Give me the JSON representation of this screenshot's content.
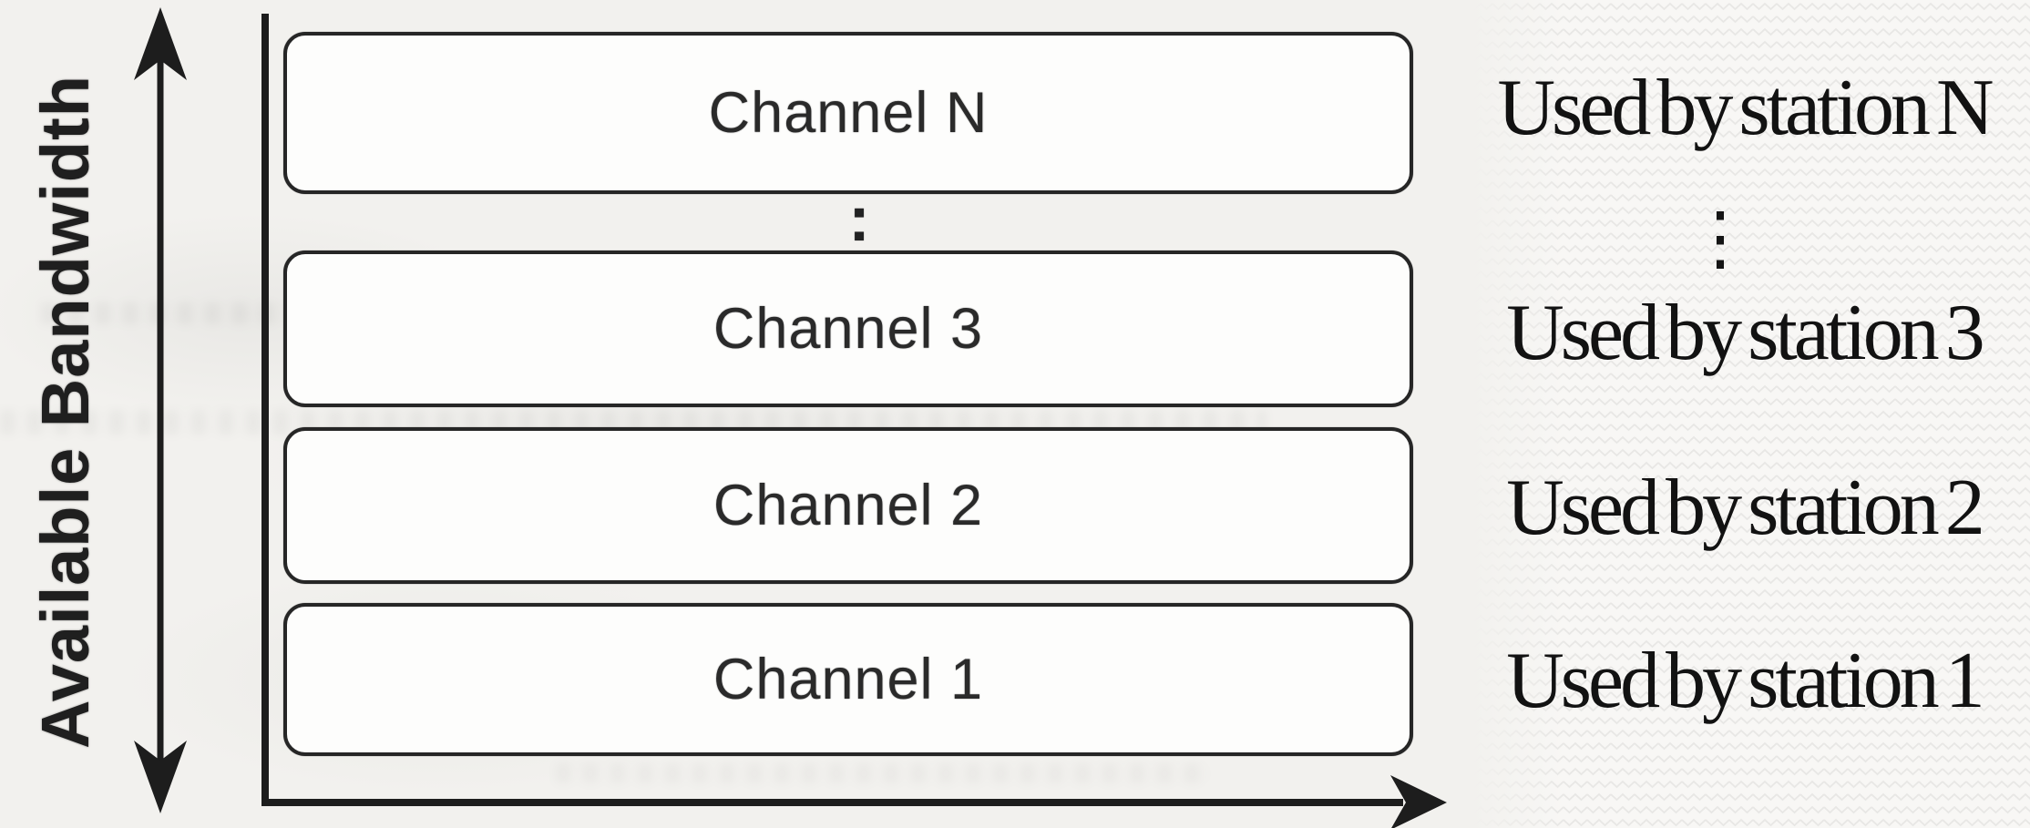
{
  "figure": {
    "name": "FDMA available-bandwidth channel allocation diagram",
    "y_axis_label": "Available Bandwidth",
    "channels_ellipsis": ":",
    "stations_ellipsis": "⋮"
  },
  "channels": [
    {
      "label": "Channel N",
      "station": "Used by station N"
    },
    {
      "label": "Channel 3",
      "station": "Used by station 3"
    },
    {
      "label": "Channel 2",
      "station": "Used by station 2"
    },
    {
      "label": "Channel 1",
      "station": "Used by station 1"
    }
  ],
  "colors": {
    "ink": "#222222",
    "scan_background": "#f2f1ee",
    "page_background": "#f8f7f5",
    "texture_line": "#e8e7e5",
    "box_fill": "#fdfdfc"
  }
}
